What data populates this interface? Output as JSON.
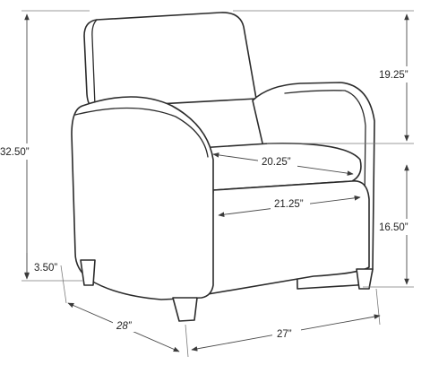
{
  "dimensions": {
    "overall_height": "32.50”",
    "back_height": "19.25”",
    "seat_height": "16.50”",
    "leg_height": "3.50”",
    "depth": "28”",
    "width": "27”",
    "seat_width": "20.25”",
    "inner_width": "21.25”"
  }
}
